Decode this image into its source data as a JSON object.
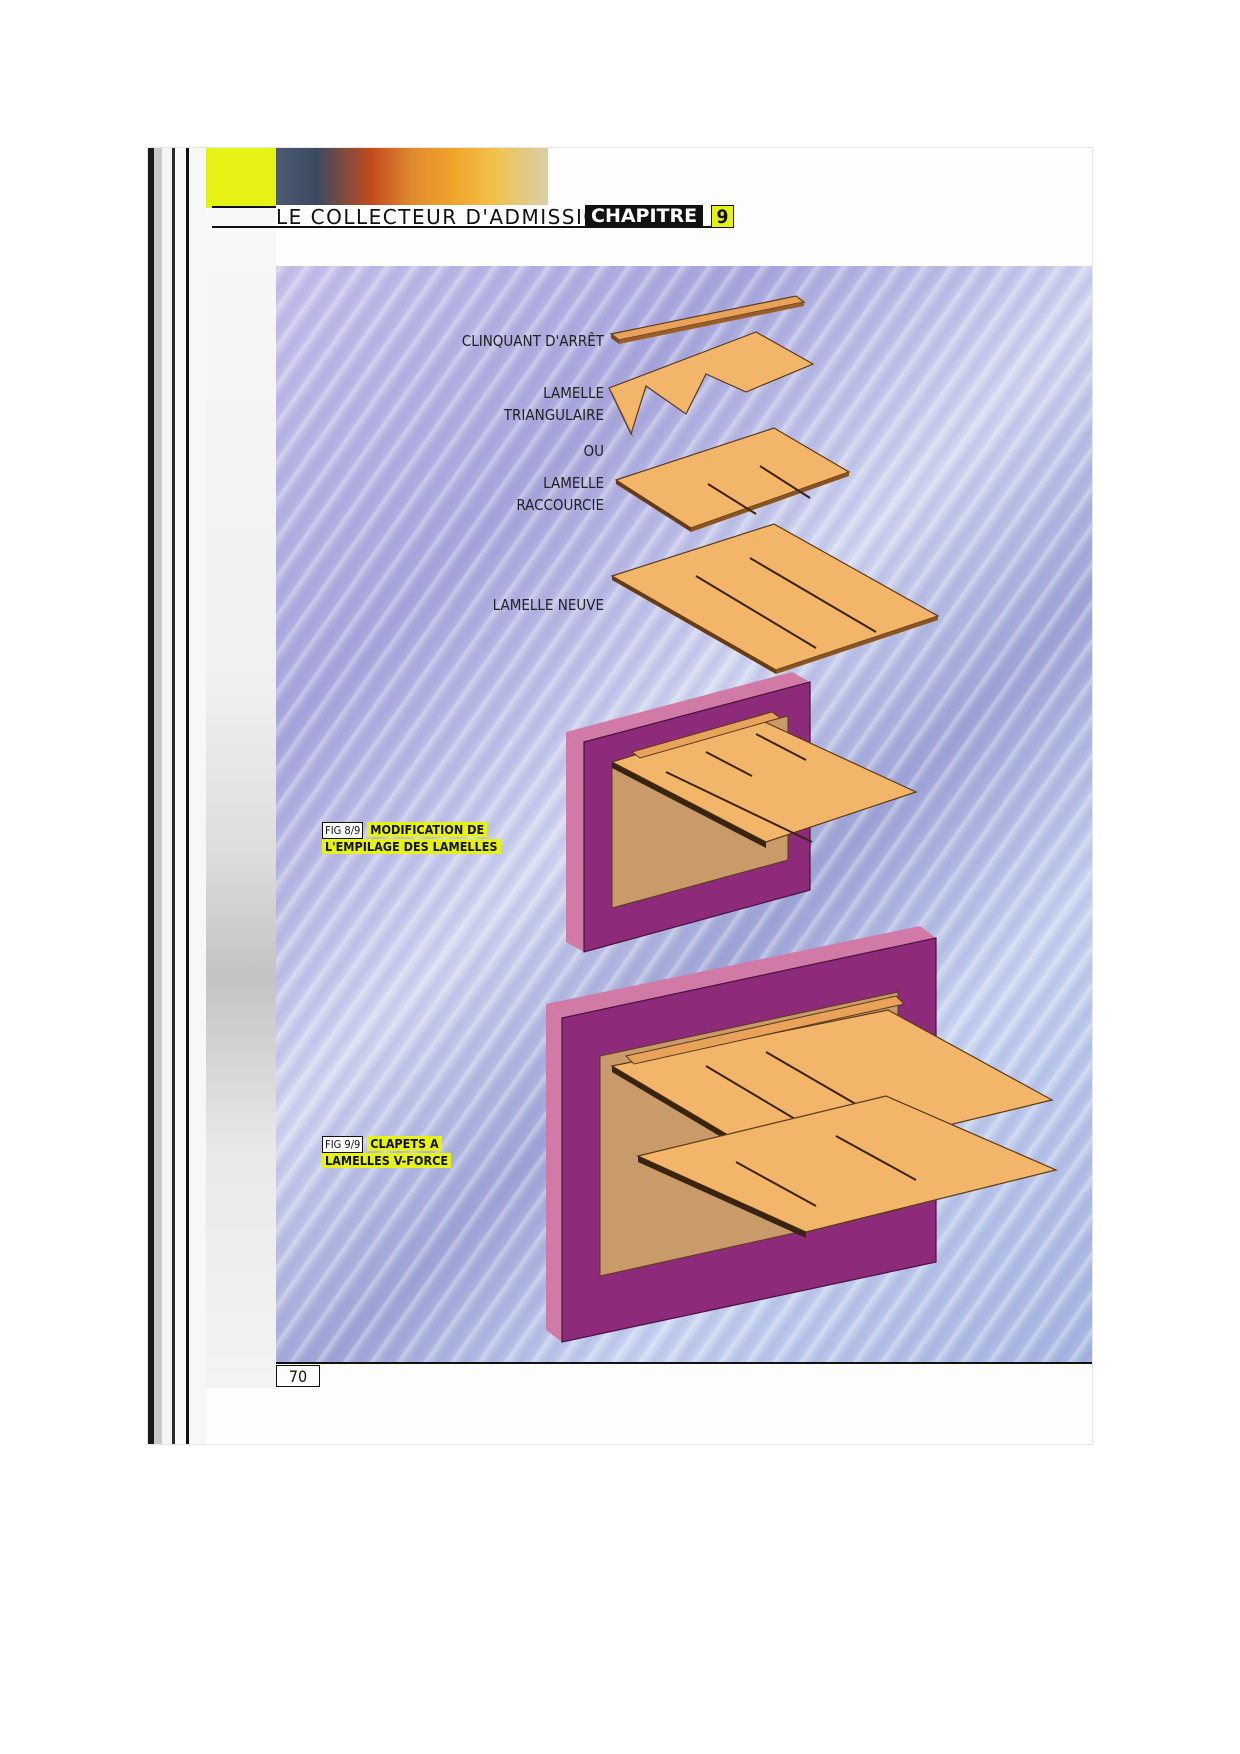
{
  "header": {
    "title": "LE COLLECTEUR D'ADMISSION",
    "chapter_label": "CHAPITRE",
    "chapter_number": "9"
  },
  "labels": {
    "clinquant": "CLINQUANT D'ARRÊT",
    "lamelle_tri_1": "LAMELLE",
    "lamelle_tri_2": "TRIANGULAIRE",
    "ou": "OU",
    "lamelle_rac_1": "LAMELLE",
    "lamelle_rac_2": "RACCOURCIE",
    "lamelle_neuve": "LAMELLE NEUVE"
  },
  "captions": {
    "fig8_prefix": "FIG 8/9",
    "fig8_line1": "MODIFICATION DE",
    "fig8_line2": "L'EMPILAGE DES LAMELLES",
    "fig9_prefix": "FIG 9/9",
    "fig9_line1": "CLAPETS A",
    "fig9_line2": "LAMELLES  V-FORCE"
  },
  "page_number": "70",
  "colors": {
    "accent_yellow": "#e6f213",
    "frame_purple": "#8e2a7a",
    "reed_orange": "#f2b56a"
  }
}
